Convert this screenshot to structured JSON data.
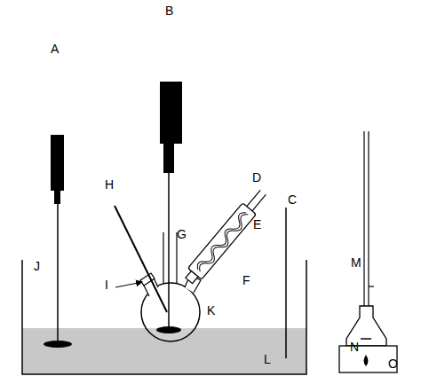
{
  "diagram": {
    "labels": [
      "B",
      "A",
      "H",
      "D",
      "C",
      "E",
      "G",
      "J",
      "M",
      "I",
      "F",
      "K",
      "N",
      "L",
      "O"
    ]
  }
}
